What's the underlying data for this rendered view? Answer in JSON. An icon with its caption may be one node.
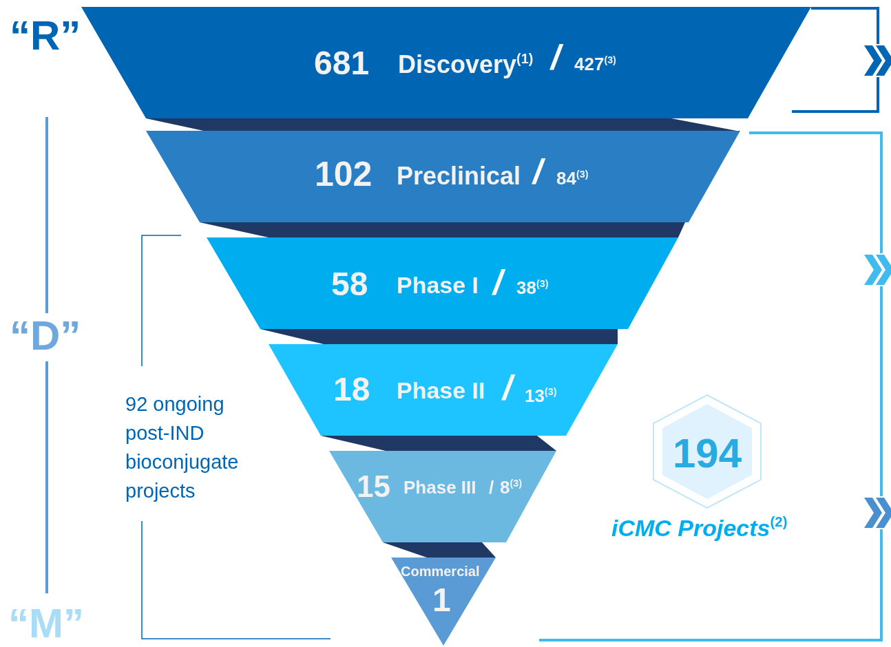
{
  "diagram": {
    "nodes": [
      {
        "text": [
          "681",
          "Discovery$^{(1)}$",
          "/",
          "427$^{(3)}$"
        ]
      },
      {
        "text": [
          "102",
          "Preclinical",
          "/",
          "84$^{(3)}$"
        ]
      },
      {
        "text": [
          "58",
          "Phase I",
          "/",
          "38$^{(3)}$"
        ]
      },
      {
        "text": [
          "18",
          "Phase II",
          "/",
          "13$^{(3)}$"
        ]
      },
      {
        "text": [
          "15",
          "Phase III",
          "/",
          "8$^{(3)}$"
        ]
      },
      {
        "text": [
          "Commercial",
          "1"
        ]
      },
      {
        "text": [
          "194"
        ],
        "beside": [
          "iCMC Projects$^{(2)}$"
        ]
      }
    ],
    "edges": [],
    "labels": [
      "“R”",
      "“D”",
      "“M”",
      "92 ongoing post-IND bioconjugate projects"
    ]
  }
}
